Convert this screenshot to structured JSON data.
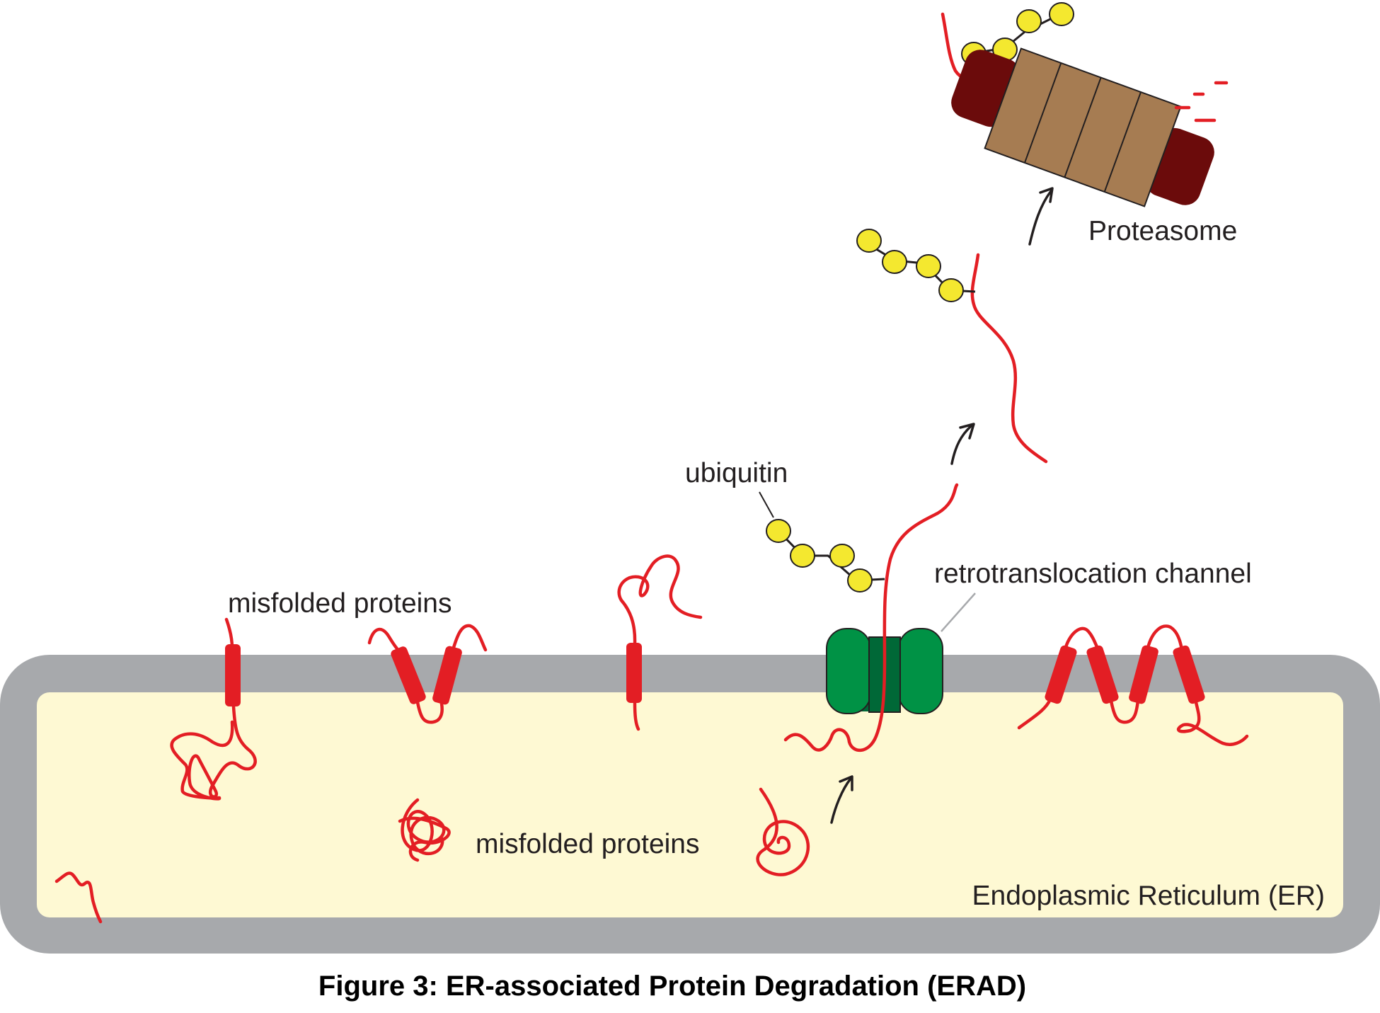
{
  "labels": {
    "misfolded_membrane": "misfolded proteins",
    "misfolded_lumen": "misfolded proteins",
    "ubiquitin": "ubiquitin",
    "channel": "retrotranslocation channel",
    "proteasome": "Proteasome",
    "er": "Endoplasmic Reticulum (ER)"
  },
  "caption": "Figure 3: ER-associated Protein Degradation (ERAD)",
  "colors": {
    "membrane": "#a7a9ac",
    "lumen": "#fef9d3",
    "protein": "#e31e24",
    "channel": "#009245",
    "channel_core": "#006837",
    "ubiquitin": "#f4e82f",
    "proteasome_core": "#a67c52",
    "proteasome_cap": "#6b0b0b"
  }
}
